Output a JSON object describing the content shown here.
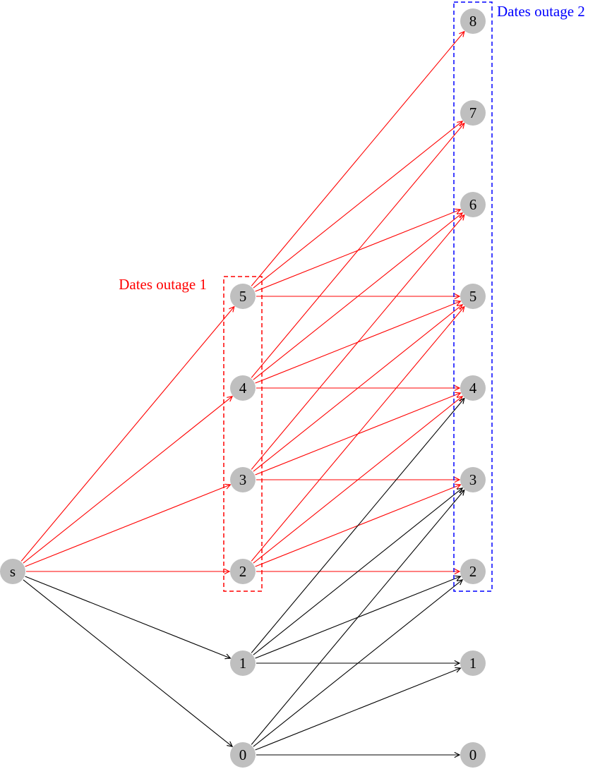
{
  "diagram": {
    "source": {
      "id": "s",
      "label": "s"
    },
    "layer1": [
      "5",
      "4",
      "3",
      "2",
      "1",
      "0"
    ],
    "layer2": [
      "8",
      "7",
      "6",
      "5",
      "4",
      "3",
      "2",
      "1",
      "0"
    ],
    "groups": {
      "outage1": {
        "label": "Dates outage 1",
        "color": "#ff0000",
        "members": [
          "5",
          "4",
          "3",
          "2"
        ]
      },
      "outage2": {
        "label": "Dates outage 2",
        "color": "#0000ff",
        "members": [
          "8",
          "7",
          "6",
          "5",
          "4",
          "3",
          "2"
        ]
      }
    },
    "colors": {
      "red_edge": "#ff0000",
      "black_edge": "#000000",
      "node_fill": "#bfbfbf"
    },
    "edges": [
      {
        "from": "s",
        "to": "L1-5",
        "color": "red"
      },
      {
        "from": "s",
        "to": "L1-4",
        "color": "red"
      },
      {
        "from": "s",
        "to": "L1-3",
        "color": "red"
      },
      {
        "from": "s",
        "to": "L1-2",
        "color": "red"
      },
      {
        "from": "s",
        "to": "L1-1",
        "color": "black"
      },
      {
        "from": "s",
        "to": "L1-0",
        "color": "black"
      },
      {
        "from": "L1-5",
        "to": "L2-8",
        "color": "red"
      },
      {
        "from": "L1-5",
        "to": "L2-7",
        "color": "red"
      },
      {
        "from": "L1-5",
        "to": "L2-6",
        "color": "red"
      },
      {
        "from": "L1-5",
        "to": "L2-5",
        "color": "red"
      },
      {
        "from": "L1-4",
        "to": "L2-7",
        "color": "red"
      },
      {
        "from": "L1-4",
        "to": "L2-6",
        "color": "red"
      },
      {
        "from": "L1-4",
        "to": "L2-5",
        "color": "red"
      },
      {
        "from": "L1-4",
        "to": "L2-4",
        "color": "red"
      },
      {
        "from": "L1-3",
        "to": "L2-6",
        "color": "red"
      },
      {
        "from": "L1-3",
        "to": "L2-5",
        "color": "red"
      },
      {
        "from": "L1-3",
        "to": "L2-4",
        "color": "red"
      },
      {
        "from": "L1-3",
        "to": "L2-3",
        "color": "red"
      },
      {
        "from": "L1-2",
        "to": "L2-5",
        "color": "red"
      },
      {
        "from": "L1-2",
        "to": "L2-4",
        "color": "red"
      },
      {
        "from": "L1-2",
        "to": "L2-3",
        "color": "red"
      },
      {
        "from": "L1-2",
        "to": "L2-2",
        "color": "red"
      },
      {
        "from": "L1-1",
        "to": "L2-4",
        "color": "black"
      },
      {
        "from": "L1-1",
        "to": "L2-3",
        "color": "black"
      },
      {
        "from": "L1-1",
        "to": "L2-2",
        "color": "black"
      },
      {
        "from": "L1-1",
        "to": "L2-1",
        "color": "black"
      },
      {
        "from": "L1-0",
        "to": "L2-3",
        "color": "black"
      },
      {
        "from": "L1-0",
        "to": "L2-2",
        "color": "black"
      },
      {
        "from": "L1-0",
        "to": "L2-1",
        "color": "black"
      },
      {
        "from": "L1-0",
        "to": "L2-0",
        "color": "black"
      }
    ]
  }
}
